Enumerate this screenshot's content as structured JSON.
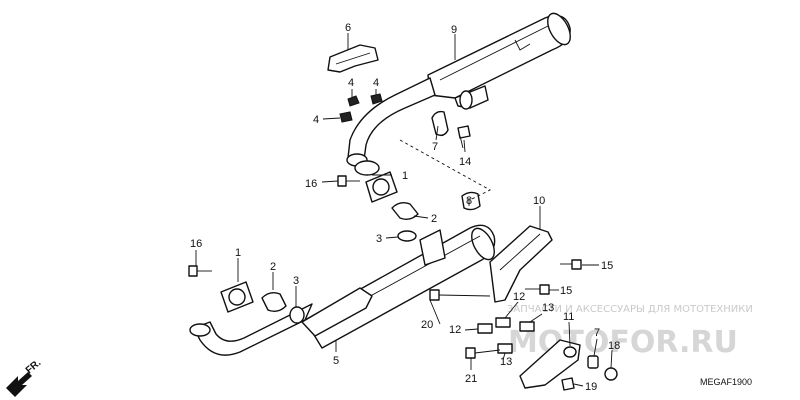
{
  "callouts": [
    {
      "id": "c6",
      "text": "6"
    },
    {
      "id": "c9",
      "text": "9"
    },
    {
      "id": "c4a",
      "text": "4"
    },
    {
      "id": "c4b",
      "text": "4"
    },
    {
      "id": "c4c",
      "text": "4"
    },
    {
      "id": "c7a",
      "text": "7"
    },
    {
      "id": "c14",
      "text": "14"
    },
    {
      "id": "c1a",
      "text": "1"
    },
    {
      "id": "c16a",
      "text": "16"
    },
    {
      "id": "c2a",
      "text": "2"
    },
    {
      "id": "c3a",
      "text": "3"
    },
    {
      "id": "c8",
      "text": "8"
    },
    {
      "id": "c16b",
      "text": "16"
    },
    {
      "id": "c1b",
      "text": "1"
    },
    {
      "id": "c2b",
      "text": "2"
    },
    {
      "id": "c3b",
      "text": "3"
    },
    {
      "id": "c5",
      "text": "5"
    },
    {
      "id": "c10",
      "text": "10"
    },
    {
      "id": "c15a",
      "text": "15"
    },
    {
      "id": "c15b",
      "text": "15"
    },
    {
      "id": "c12a",
      "text": "12"
    },
    {
      "id": "c13a",
      "text": "13"
    },
    {
      "id": "c11",
      "text": "11"
    },
    {
      "id": "c20",
      "text": "20"
    },
    {
      "id": "c12b",
      "text": "12"
    },
    {
      "id": "c13b",
      "text": "13"
    },
    {
      "id": "c7b",
      "text": "7"
    },
    {
      "id": "c18",
      "text": "18"
    },
    {
      "id": "c21",
      "text": "21"
    },
    {
      "id": "c19",
      "text": "19"
    }
  ],
  "direction_label": "FR.",
  "diagram_code": "MEGAF1900",
  "watermark": {
    "caption": "ЗАПЧАСТИ И АКСЕССУАРЫ ДЛЯ МОТОТЕХНИКИ",
    "logo": "MOTOFOR.RU"
  }
}
